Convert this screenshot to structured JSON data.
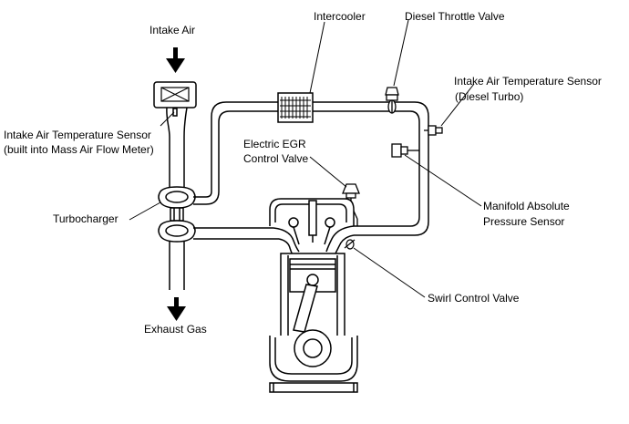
{
  "labels": {
    "intake_air": "Intake Air",
    "intercooler": "Intercooler",
    "diesel_throttle_valve": "Diesel Throttle Valve",
    "iat_sensor_diesel_turbo_line1": "Intake Air Temperature Sensor",
    "iat_sensor_diesel_turbo_line2": "(Diesel Turbo)",
    "iat_sensor_maf_line1": "Intake Air Temperature Sensor",
    "iat_sensor_maf_line2": "(built into Mass Air Flow Meter)",
    "electric_egr_line1": "Electric EGR",
    "electric_egr_line2": "Control Valve",
    "turbocharger": "Turbocharger",
    "manifold_absolute_line1": "Manifold Absolute",
    "manifold_absolute_line2": "Pressure Sensor",
    "swirl_control_valve": "Swirl Control Valve",
    "exhaust_gas": "Exhaust Gas"
  }
}
